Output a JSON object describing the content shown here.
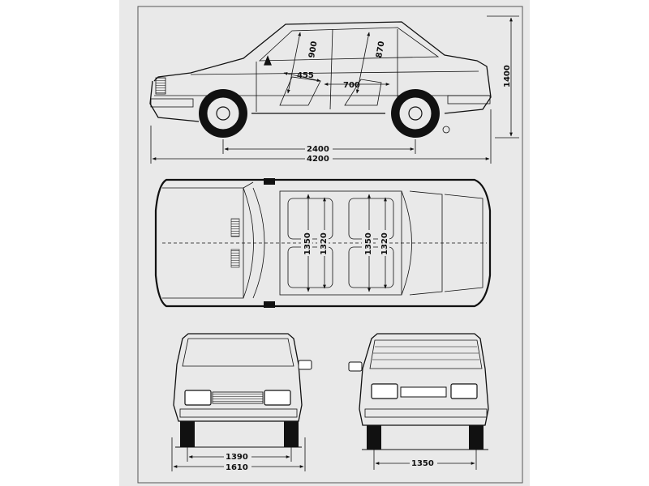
{
  "side_view": {
    "height_mm": "1400",
    "wheelbase_mm": "2400",
    "overall_length_mm": "4200",
    "front_seat_headroom_mm": "900",
    "rear_seat_headroom_mm": "870",
    "seat_depth_mm": "455",
    "seat_spacing_mm": "700"
  },
  "top_view": {
    "front_shoulder_width_mm": "1350",
    "front_hip_width_mm": "1320",
    "rear_shoulder_width_mm": "1350",
    "rear_hip_width_mm": "1320"
  },
  "front_view": {
    "front_track_mm": "1390",
    "overall_width_mm": "1610"
  },
  "rear_view": {
    "rear_track_mm": "1350"
  }
}
